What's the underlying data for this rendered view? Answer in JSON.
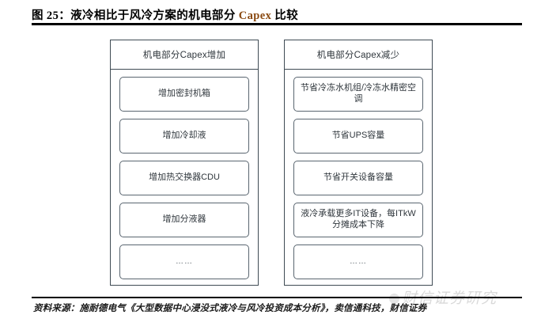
{
  "figure": {
    "title_prefix": "图 25：液冷相比于风冷方案的机电部分 ",
    "title_keyword": "Capex",
    "title_suffix": " 比较",
    "accent_color": "#8a4a12"
  },
  "diagram": {
    "columns": [
      {
        "header": "机电部分Capex增加",
        "nodes": [
          "增加密封机箱",
          "增加冷却液",
          "增加热交换器CDU",
          "增加分液器",
          "……"
        ]
      },
      {
        "header": "机电部分Capex减少",
        "nodes": [
          "节省冷冻水机组/冷冻水精密空调",
          "节省UPS容量",
          "节省开关设备容量",
          "液冷承载更多IT设备，每ITkW分摊成本下降",
          "……"
        ]
      }
    ]
  },
  "footer": {
    "source": "资料来源：施耐德电气《大型数据中心浸没式液冷与风冷投资成本分析》，卖信通科技，财信证券",
    "watermark": "财信证券研究"
  }
}
